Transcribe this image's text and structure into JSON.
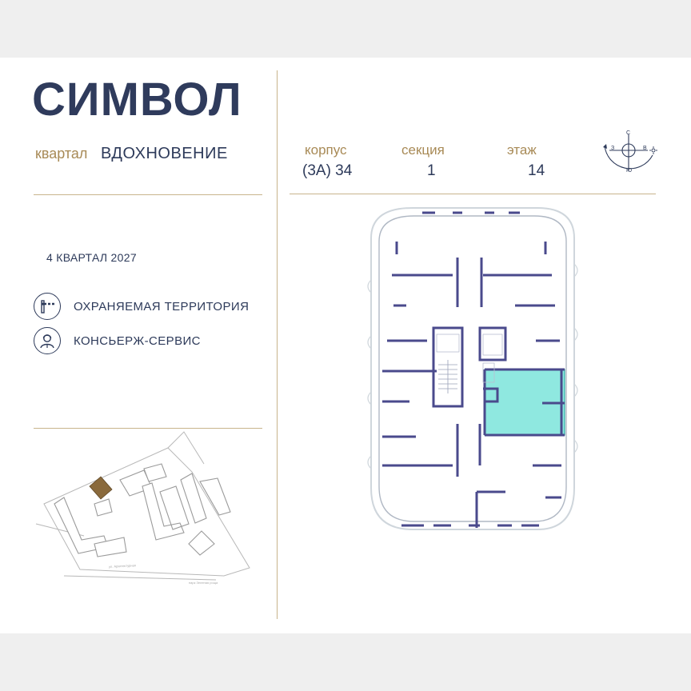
{
  "brand": {
    "logo": "СИМВОЛ"
  },
  "quarter": {
    "label": "квартал",
    "name": "ВДОХНОВЕНИЕ"
  },
  "delivery": "4 КВАРТАЛ 2027",
  "features": [
    {
      "icon": "barrier-icon",
      "label": "ОХРАНЯЕМАЯ ТЕРРИТОРИЯ"
    },
    {
      "icon": "concierge-icon",
      "label": "КОНСЬЕРЖ-СЕРВИС"
    }
  ],
  "header": {
    "korpus_label": "корпус",
    "korpus_value": "(3А) 34",
    "section_label": "секция",
    "section_value": "1",
    "floor_label": "этаж",
    "floor_value": "14"
  },
  "compass": {
    "n": "С",
    "s": "Ю",
    "w": "З",
    "e": "В"
  },
  "colors": {
    "navy": "#2d3a5a",
    "gold": "#a88a56",
    "highlight": "#8fe8e0",
    "wall": "#4a4a8c",
    "building_brown": "#8a6a3c"
  }
}
